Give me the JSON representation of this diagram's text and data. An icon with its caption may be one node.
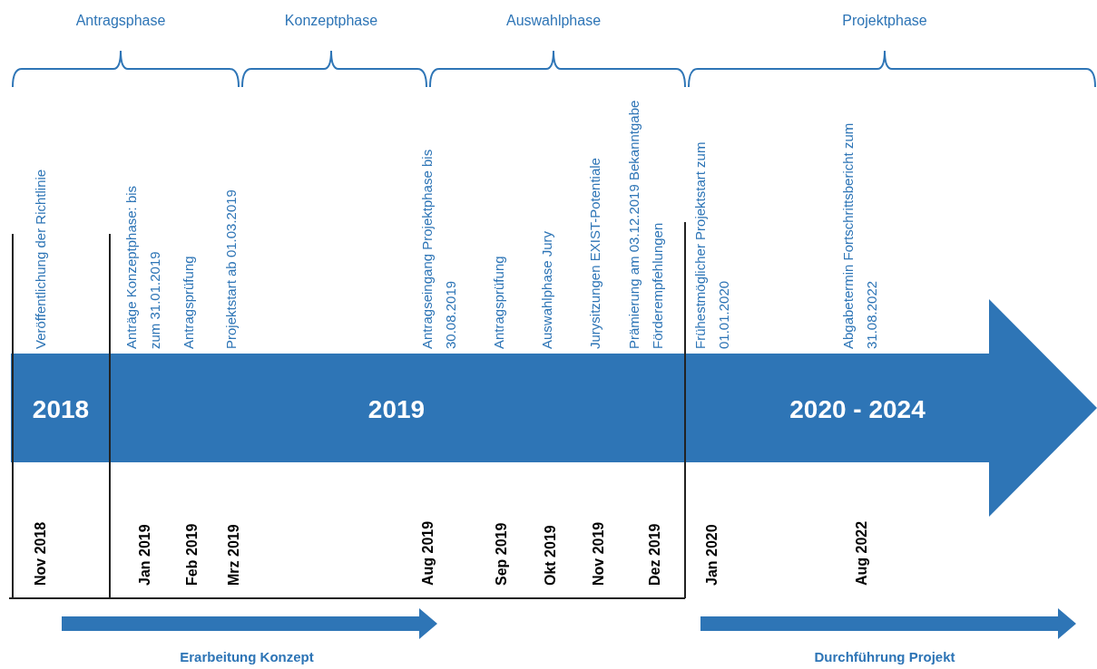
{
  "diagram": {
    "labels": [
      "Antragsphase",
      "Konzeptphase",
      "Auswahlphase",
      "Projektphase",
      "Veröffentlichung der Richtlinie",
      "Anträge Konzeptphase: bis zum 31.01.2019",
      "Antragsprüfung",
      "Projektstart ab 01.03.2019",
      "Antragseingang Projektphase bis 30.08.2019",
      "Antragsprüfung",
      "Auswahlphase Jury",
      "Jurysitzungen EXIST-Potentiale",
      "Prämierung am 03.12.2019 Bekanntgabe Förderempfehlungen",
      "Frühestmöglicher Projektstart zum 01.01.2020",
      "Abgabetermin Fortschrittsbericht zum 31.08.2022",
      "2018",
      "2019",
      "2020 - 2024",
      "Nov 2018",
      "Jan 2019",
      "Feb 2019",
      "Mrz 2019",
      "Aug 2019",
      "Sep 2019",
      "Okt 2019",
      "Nov 2019",
      "Dez 2019",
      "Jan 2020",
      "Aug 2022",
      "Erarbeitung Konzept",
      "Durchführung Projekt"
    ]
  }
}
